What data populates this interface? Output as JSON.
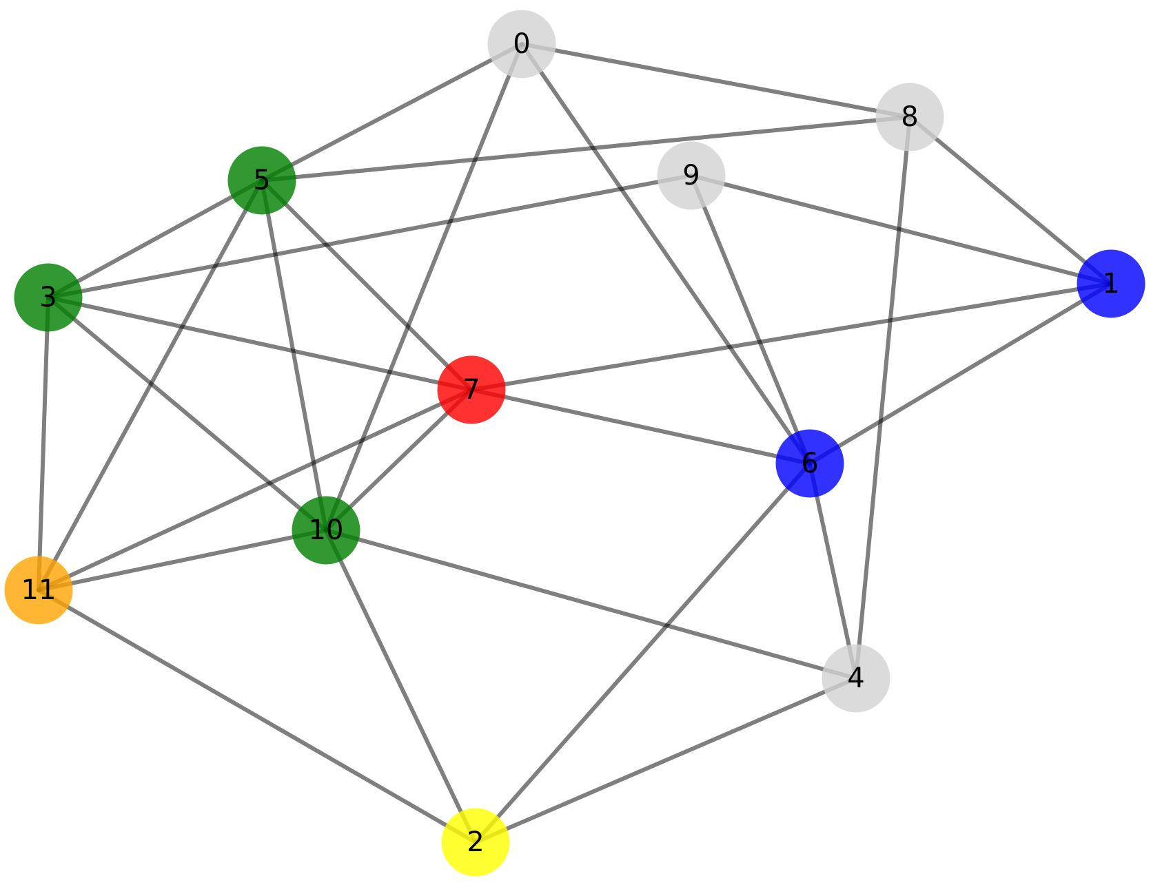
{
  "palette": {
    "gray": "#d3d3d3",
    "green": "#008000",
    "blue": "#0000ff",
    "red": "#ff0000",
    "orange": "#ffa500",
    "yellow": "#ffff00"
  },
  "nodes": [
    {
      "id": "0",
      "label": "0",
      "color": "gray"
    },
    {
      "id": "1",
      "label": "1",
      "color": "blue"
    },
    {
      "id": "2",
      "label": "2",
      "color": "yellow"
    },
    {
      "id": "3",
      "label": "3",
      "color": "green"
    },
    {
      "id": "4",
      "label": "4",
      "color": "gray"
    },
    {
      "id": "5",
      "label": "5",
      "color": "green"
    },
    {
      "id": "6",
      "label": "6",
      "color": "blue"
    },
    {
      "id": "7",
      "label": "7",
      "color": "red"
    },
    {
      "id": "8",
      "label": "8",
      "color": "gray"
    },
    {
      "id": "9",
      "label": "9",
      "color": "gray"
    },
    {
      "id": "10",
      "label": "10",
      "color": "green"
    },
    {
      "id": "11",
      "label": "11",
      "color": "orange"
    }
  ],
  "edges": [
    [
      "0",
      "8"
    ],
    [
      "0",
      "5"
    ],
    [
      "0",
      "10"
    ],
    [
      "0",
      "6"
    ],
    [
      "8",
      "5"
    ],
    [
      "8",
      "1"
    ],
    [
      "8",
      "4"
    ],
    [
      "9",
      "3"
    ],
    [
      "9",
      "1"
    ],
    [
      "9",
      "6"
    ],
    [
      "5",
      "3"
    ],
    [
      "5",
      "11"
    ],
    [
      "5",
      "10"
    ],
    [
      "5",
      "7"
    ],
    [
      "3",
      "7"
    ],
    [
      "3",
      "10"
    ],
    [
      "3",
      "11"
    ],
    [
      "1",
      "7"
    ],
    [
      "1",
      "6"
    ],
    [
      "7",
      "6"
    ],
    [
      "7",
      "10"
    ],
    [
      "7",
      "11"
    ],
    [
      "6",
      "4"
    ],
    [
      "6",
      "2"
    ],
    [
      "10",
      "11"
    ],
    [
      "10",
      "4"
    ],
    [
      "10",
      "2"
    ],
    [
      "11",
      "2"
    ],
    [
      "4",
      "2"
    ]
  ]
}
